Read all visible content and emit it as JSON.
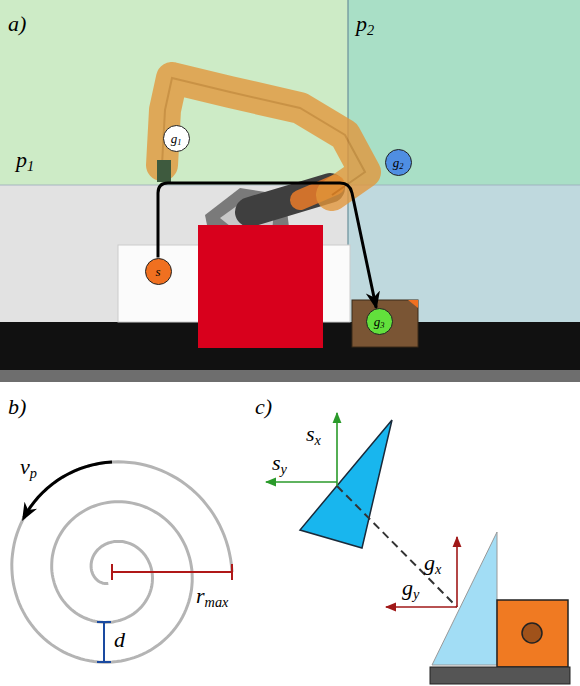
{
  "diagram": {
    "nodes": [
      {
        "text": [
          "g1"
        ]
      },
      {
        "text": [
          "g2"
        ]
      },
      {
        "text": [
          "s"
        ]
      },
      {
        "text": [
          "g3"
        ]
      }
    ],
    "edges": [
      {
        "from": 2,
        "to": 3,
        "arrow": "to"
      }
    ],
    "labels": [
      "a)",
      "p1",
      "p2",
      "b)",
      "vp",
      "rmax",
      "d",
      "c)",
      "sx",
      "sy",
      "gx",
      "gy"
    ]
  }
}
